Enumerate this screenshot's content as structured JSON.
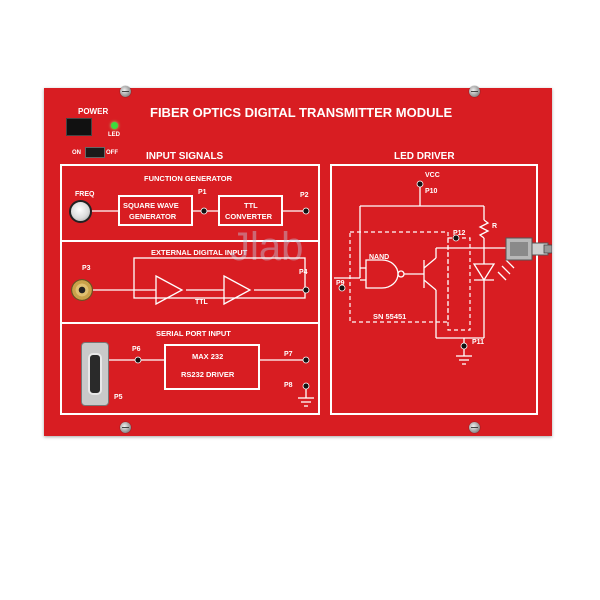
{
  "title": "FIBER OPTICS DIGITAL TRANSMITTER MODULE",
  "power": {
    "label": "POWER",
    "led_label": "LED",
    "on_label": "ON",
    "off_label": "OFF"
  },
  "input_section": {
    "title": "INPUT SIGNALS",
    "function_generator": {
      "title": "FUNCTION GENERATOR",
      "freq_label": "FREQ",
      "square_wave_line1": "SQUARE WAVE",
      "square_wave_line2": "GENERATOR",
      "ttl_line1": "TTL",
      "ttl_line2": "CONVERTER",
      "p1": "P1",
      "p2": "P2"
    },
    "external_input": {
      "title": "EXTERNAL DIGITAL INPUT",
      "p3": "P3",
      "p4": "P4",
      "ttl_label": "TTL"
    },
    "serial_port": {
      "title": "SERIAL PORT INPUT",
      "max_line1": "MAX 232",
      "max_line2": "RS232 DRIVER",
      "p5": "P5",
      "p6": "P6",
      "p7": "P7",
      "p8": "P8"
    }
  },
  "led_driver": {
    "title": "LED DRIVER",
    "vcc": "VCC",
    "p9": "P9",
    "p10": "P10",
    "p11": "P11",
    "p12": "P12",
    "r": "R",
    "nand": "NAND",
    "ic": "SN 55451"
  },
  "watermark": {
    "text": "Jlab"
  },
  "colors": {
    "board": "#d81d22",
    "lines": "#ffffff",
    "led_green": "#3cdc3c"
  }
}
